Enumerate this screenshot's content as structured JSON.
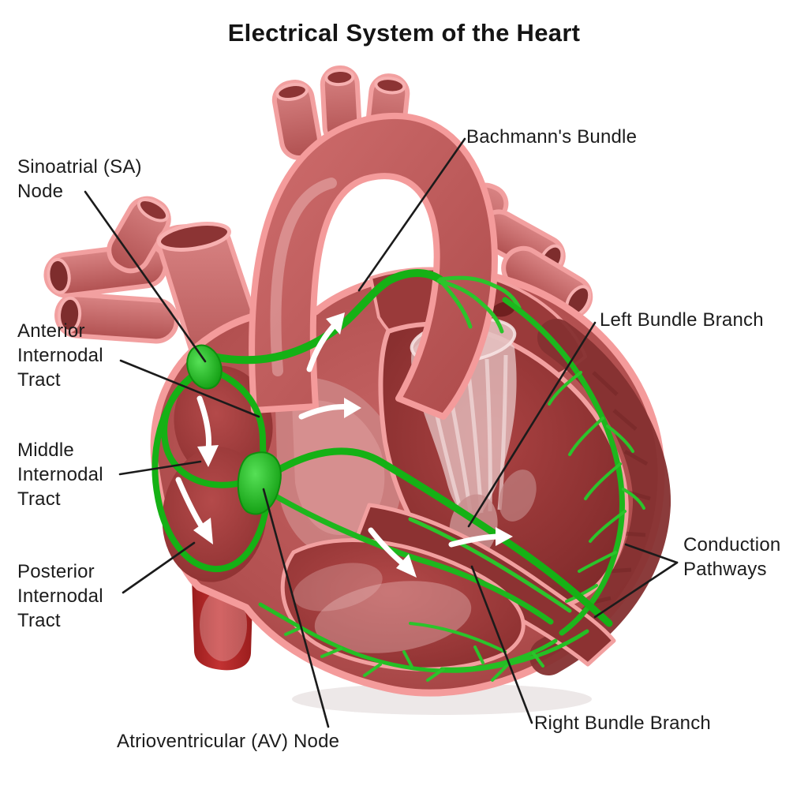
{
  "title": "Electrical System of the Heart",
  "diagram": {
    "type": "anatomical-illustration",
    "subject": "cardiac conduction system",
    "labels": [
      {
        "id": "sa-node",
        "text": "Sinoatrial (SA)\nNode"
      },
      {
        "id": "anterior-internodal-tract",
        "text": "Anterior\nInternodal\nTract"
      },
      {
        "id": "middle-internodal-tract",
        "text": "Middle\nInternodal\nTract"
      },
      {
        "id": "posterior-internodal-tract",
        "text": "Posterior\nInternodal\nTract"
      },
      {
        "id": "av-node",
        "text": "Atrioventricular (AV) Node"
      },
      {
        "id": "bachmanns-bundle",
        "text": "Bachmann's Bundle"
      },
      {
        "id": "left-bundle-branch",
        "text": "Left Bundle Branch"
      },
      {
        "id": "conduction-pathways",
        "text": "Conduction\nPathways"
      },
      {
        "id": "right-bundle-branch",
        "text": "Right Bundle Branch"
      }
    ],
    "colors": {
      "background": "#ffffff",
      "conduction_green": "#15b115",
      "node_green": "#0c980c",
      "heart_outline_pink": "#f49b9b",
      "vessel_red": "#c25a5a",
      "chamber_red": "#9e3d3d",
      "deep_wall_red": "#7e2b2b",
      "vena_cava_red": "#b52828",
      "flow_arrow_white": "#ffffff",
      "leader_line_black": "#1b1b1b",
      "label_text": "#1c1c1c"
    }
  }
}
